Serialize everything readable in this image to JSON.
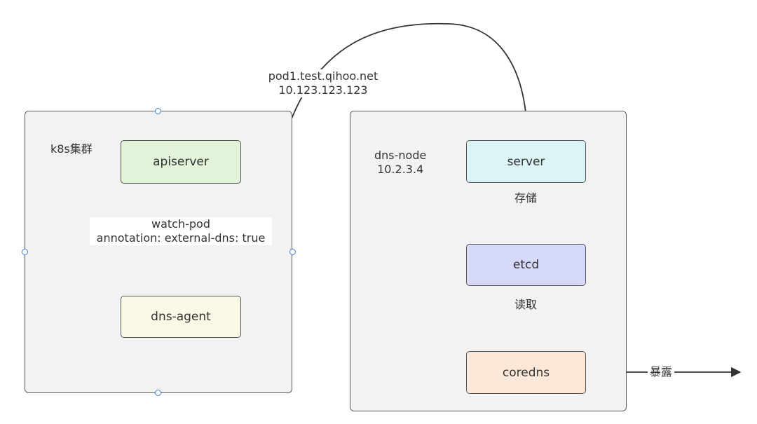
{
  "k8s_cluster": {
    "label": "k8s集群",
    "nodes": {
      "apiserver": {
        "label": "apiserver",
        "fill": "#e2f3d9"
      },
      "dns_agent": {
        "label": "dns-agent",
        "fill": "#fbf8e6"
      }
    },
    "edge_label_line1": "watch-pod",
    "edge_label_line2": "annotation: external-dns: true"
  },
  "dns_node": {
    "label_line1": "dns-node",
    "label_line2": "10.2.3.4",
    "nodes": {
      "server": {
        "label": "server",
        "fill": "#dcf4f5"
      },
      "etcd": {
        "label": "etcd",
        "fill": "#d6d9fa"
      },
      "coredns": {
        "label": "coredns",
        "fill": "#fbe8d8"
      }
    },
    "edge_store_label": "存储",
    "edge_read_label": "读取",
    "edge_expose_label": "暴露"
  },
  "cross_edge": {
    "label_line1": "pod1.test.qihoo.net",
    "label_line2": "10.123.123.123"
  },
  "colors": {
    "cluster_fill": "#f2f2f2",
    "border": "#555555",
    "edge": "#333333",
    "selection_handle": "#3b82d6"
  }
}
